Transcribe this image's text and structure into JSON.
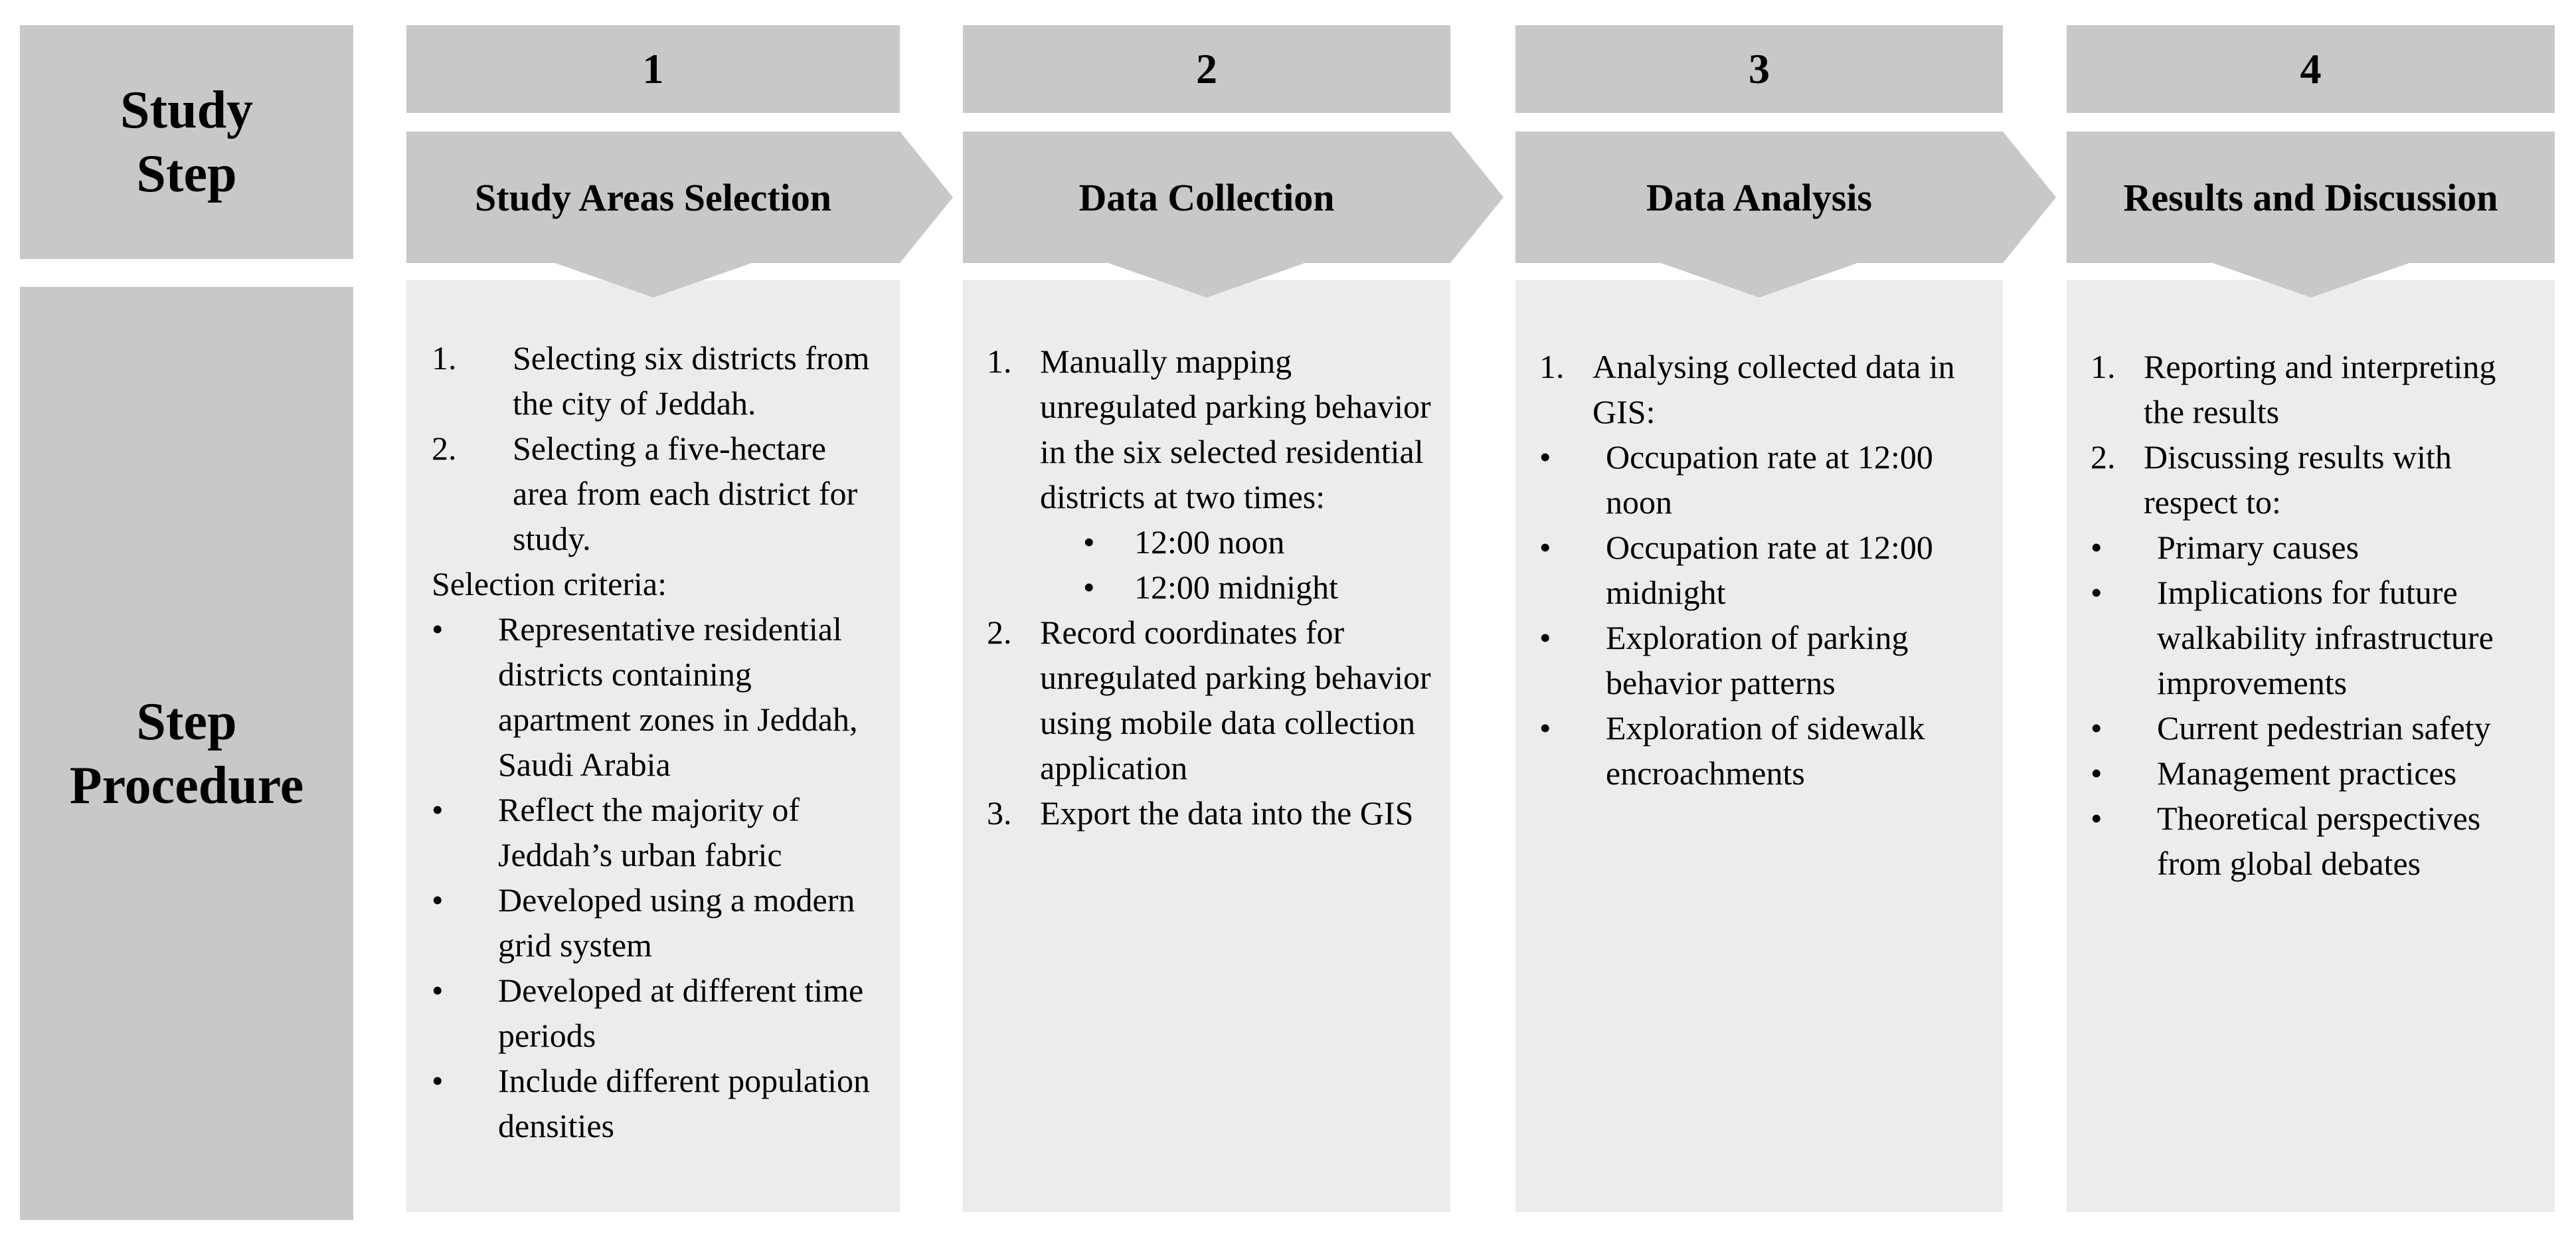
{
  "rows": {
    "study_step": [
      "Study",
      "Step"
    ],
    "step_procedure": [
      "Step",
      "Procedure"
    ]
  },
  "steps": [
    {
      "number": "1",
      "title": "Study Areas Selection",
      "lines": [
        {
          "type": "num",
          "mark": "1.",
          "text": "Selecting six districts from the city of Jeddah."
        },
        {
          "type": "num",
          "mark": "2.",
          "text": "Selecting a five-hectare area from each district for study."
        },
        {
          "type": "plain",
          "text": "Selection criteria:"
        },
        {
          "type": "bullet",
          "mark": "•",
          "text": "Representative residential districts containing apartment zones in Jeddah, Saudi Arabia"
        },
        {
          "type": "bullet",
          "mark": "•",
          "text": "Reflect the majority of Jeddah’s urban fabric"
        },
        {
          "type": "bullet",
          "mark": "•",
          "text": "Developed using a modern grid system"
        },
        {
          "type": "bullet",
          "mark": "•",
          "text": "Developed at different time periods"
        },
        {
          "type": "bullet",
          "mark": "•",
          "text": "Include different population densities"
        }
      ]
    },
    {
      "number": "2",
      "title": "Data Collection",
      "lines": [
        {
          "type": "num",
          "mark": "1.",
          "text": "Manually mapping unregulated parking behavior in the six selected residential districts at two times:"
        },
        {
          "type": "sub",
          "mark": "•",
          "text": "12:00 noon"
        },
        {
          "type": "sub",
          "mark": "•",
          "text": "12:00 midnight"
        },
        {
          "type": "num",
          "mark": "2.",
          "text": "Record coordinates for unregulated parking behavior using mobile data collection application"
        },
        {
          "type": "num",
          "mark": "3.",
          "text": "Export the data into the GIS"
        }
      ]
    },
    {
      "number": "3",
      "title": "Data Analysis",
      "lines": [
        {
          "type": "num",
          "mark": "1.",
          "text": "Analysing collected data in GIS:"
        },
        {
          "type": "bullet",
          "mark": "•",
          "text": "Occupation rate at 12:00 noon"
        },
        {
          "type": "bullet",
          "mark": "•",
          "text": "Occupation rate at 12:00 midnight"
        },
        {
          "type": "bullet",
          "mark": "•",
          "text": "Exploration of parking behavior patterns"
        },
        {
          "type": "bullet",
          "mark": "•",
          "text": "Exploration of  sidewalk encroachments"
        }
      ]
    },
    {
      "number": "4",
      "title": "Results and Discussion",
      "lines": [
        {
          "type": "num",
          "mark": "1.",
          "text": "Reporting and interpreting the results"
        },
        {
          "type": "num",
          "mark": "2.",
          "text": "Discussing results with respect to:"
        },
        {
          "type": "bullet",
          "mark": "•",
          "text": "Primary causes"
        },
        {
          "type": "bullet",
          "mark": "•",
          "text": "Implications for future walkability infrastructure improvements"
        },
        {
          "type": "bullet",
          "mark": "•",
          "text": "Current pedestrian safety"
        },
        {
          "type": "bullet",
          "mark": "•",
          "text": "Management practices"
        },
        {
          "type": "bullet",
          "mark": "•",
          "text": "Theoretical perspectives from global debates"
        }
      ]
    }
  ]
}
